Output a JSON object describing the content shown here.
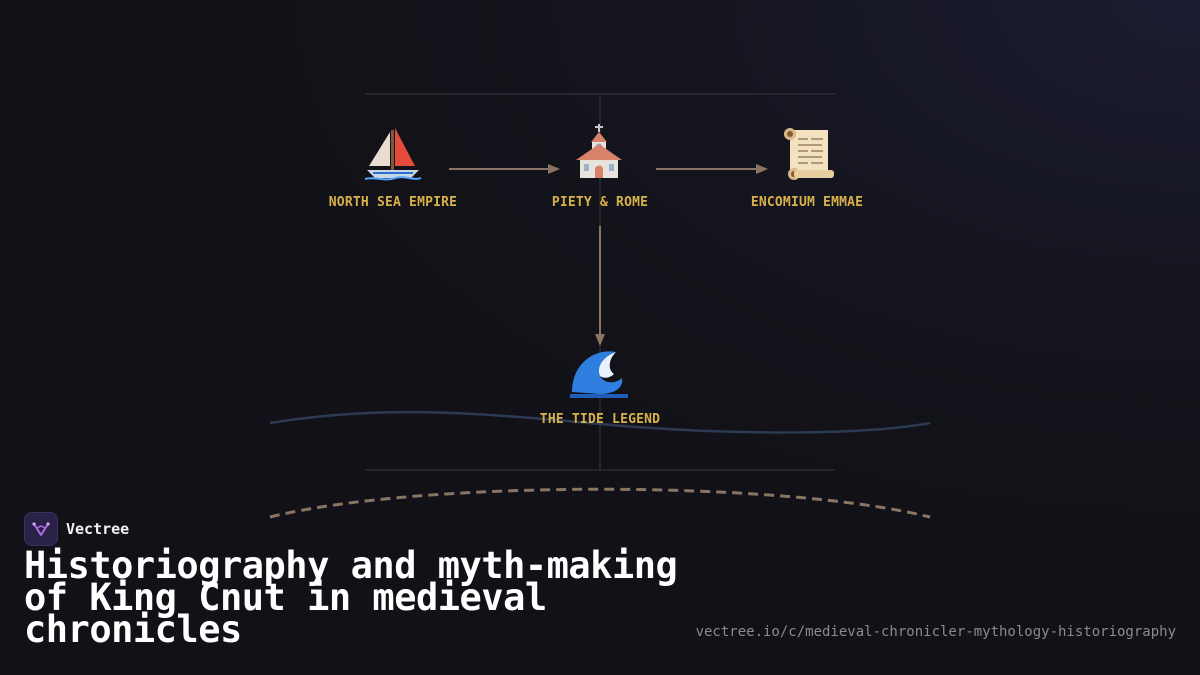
{
  "diagram": {
    "nodes": [
      {
        "id": "north-sea-empire",
        "label": "NORTH SEA EMPIRE",
        "icon": "sailboat-icon"
      },
      {
        "id": "piety-rome",
        "label": "PIETY & ROME",
        "icon": "church-icon"
      },
      {
        "id": "encomium-emmae",
        "label": "ENCOMIUM EMMAE",
        "icon": "scroll-icon"
      },
      {
        "id": "tide-legend",
        "label": "THE TIDE LEGEND",
        "icon": "wave-icon"
      }
    ],
    "edges": [
      {
        "from": "north-sea-empire",
        "to": "piety-rome"
      },
      {
        "from": "piety-rome",
        "to": "encomium-emmae"
      },
      {
        "from": "piety-rome",
        "to": "tide-legend"
      }
    ]
  },
  "brand": {
    "name": "Vectree"
  },
  "title": "Historiography and myth-making of King Cnut in medieval chronicles",
  "url": "vectree.io/c/medieval-chronicler-mythology-historiography",
  "colors": {
    "background": "#111117",
    "label": "#d9b14a",
    "arrow": "#8a7563",
    "frame": "#2c2c34",
    "wave_line": "#2c3a52",
    "dashed_arc": "#8a7563"
  }
}
